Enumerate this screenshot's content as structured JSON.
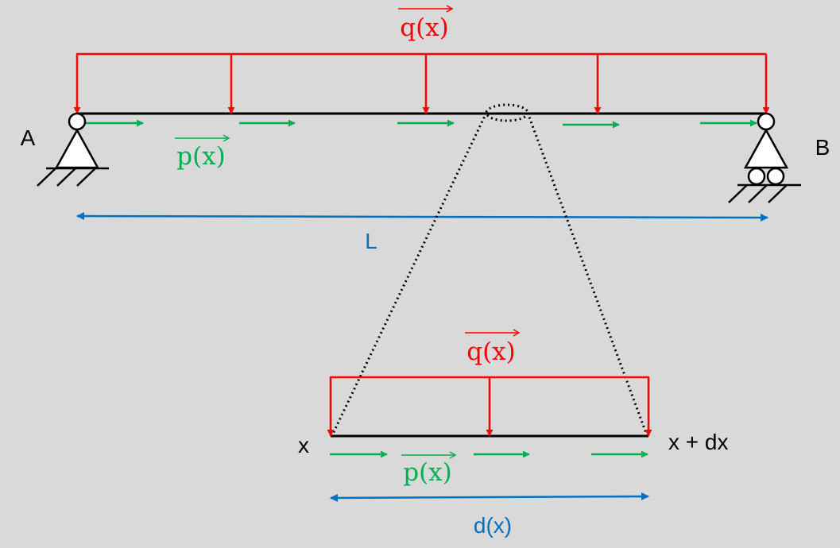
{
  "labels": {
    "support_a": "A",
    "support_b": "B",
    "span": "L",
    "transverse_load": "q(x)",
    "axial_load": "p(x)",
    "element_start": "x",
    "element_end": "x + dx",
    "element_length": "d(x)"
  },
  "colors": {
    "background": "#d9d9d9",
    "beam": "#000000",
    "transverse_load": "#ff0000",
    "axial_load": "#00b050",
    "dimension": "#0070c0"
  }
}
